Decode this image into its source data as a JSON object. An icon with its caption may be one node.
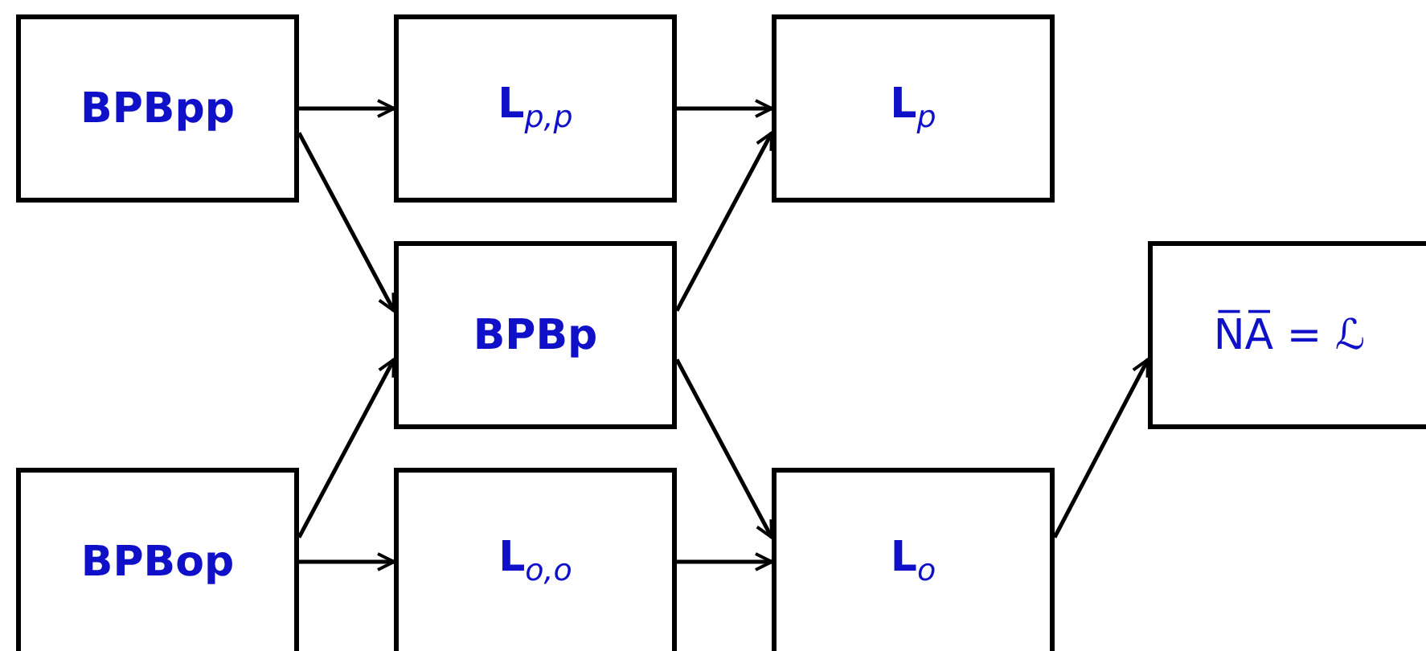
{
  "diagram": {
    "nodes": [
      {
        "text": [
          "BPBpp"
        ]
      },
      {
        "text": [
          "L$_{p,p}$"
        ]
      },
      {
        "text": [
          "L$_{p}$"
        ]
      },
      {
        "text": [
          "BPBp"
        ]
      },
      {
        "text": [
          "N̅A̅ = ℒ"
        ]
      },
      {
        "text": [
          "BPBop"
        ]
      },
      {
        "text": [
          "L$_{o,o}$"
        ]
      },
      {
        "text": [
          "L$_{o}$"
        ]
      }
    ],
    "edges": [
      {
        "from": 0,
        "to": 1,
        "arrow": "to"
      },
      {
        "from": 0,
        "to": 3,
        "arrow": "to"
      },
      {
        "from": 1,
        "to": 2,
        "arrow": "to"
      },
      {
        "from": 3,
        "to": 2,
        "arrow": "to"
      },
      {
        "from": 5,
        "to": 3,
        "arrow": "to"
      },
      {
        "from": 5,
        "to": 6,
        "arrow": "to"
      },
      {
        "from": 3,
        "to": 7,
        "arrow": "to"
      },
      {
        "from": 6,
        "to": 7,
        "arrow": "to"
      },
      {
        "from": 7,
        "to": 4,
        "arrow": "to"
      }
    ]
  }
}
